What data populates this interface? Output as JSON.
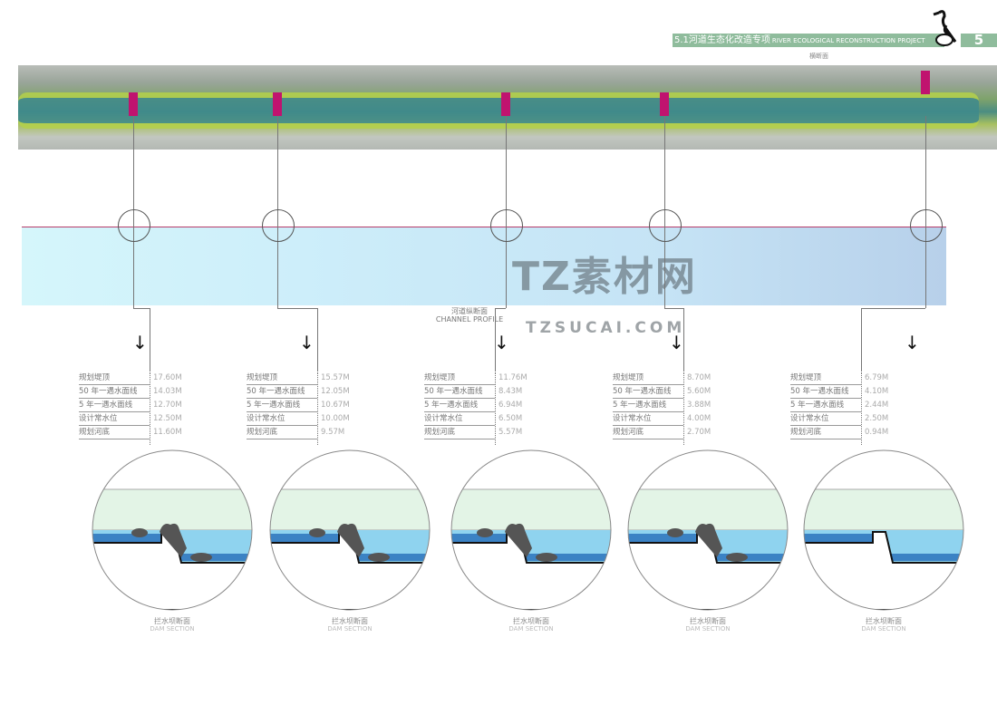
{
  "header": {
    "title_cn": "5.1河道生态化改造专项",
    "title_en": "RIVER ECOLOGICAL RECONSTRUCTION PROJECT",
    "page_number": "5",
    "subtitle": "横断面"
  },
  "profile": {
    "label_cn": "河道纵断面",
    "label_en": "CHANNEL PROFILE"
  },
  "watermark": {
    "main": "TZ素材网",
    "url": "TZSUCAI.COM"
  },
  "row_labels": [
    "规划堤顶",
    "50 年一遇水面线",
    "5 年一遇水面线",
    "设计常水位",
    "规划河底"
  ],
  "sections": [
    {
      "values": [
        "17.60M",
        "14.03M",
        "12.70M",
        "12.50M",
        "11.60M"
      ],
      "caption_cn": "拦水坝断面",
      "caption_en": "DAM SECTION"
    },
    {
      "values": [
        "15.57M",
        "12.05M",
        "10.67M",
        "10.00M",
        "9.57M"
      ],
      "caption_cn": "拦水坝断面",
      "caption_en": "DAM SECTION"
    },
    {
      "values": [
        "11.76M",
        "8.43M",
        "6.94M",
        "6.50M",
        "5.57M"
      ],
      "caption_cn": "拦水坝断面",
      "caption_en": "DAM SECTION"
    },
    {
      "values": [
        "8.70M",
        "5.60M",
        "3.88M",
        "4.00M",
        "2.70M"
      ],
      "caption_cn": "拦水坝断面",
      "caption_en": "DAM SECTION"
    },
    {
      "values": [
        "6.79M",
        "4.10M",
        "2.44M",
        "2.50M",
        "0.94M"
      ],
      "caption_cn": "拦水坝断面",
      "caption_en": "DAM SECTION"
    }
  ],
  "colors": {
    "accent": "#8fbc9c",
    "marker": "#c0136f",
    "water": "#8fd3ef",
    "deep_water": "#3b82c4",
    "flood": "#e3f4e6"
  }
}
